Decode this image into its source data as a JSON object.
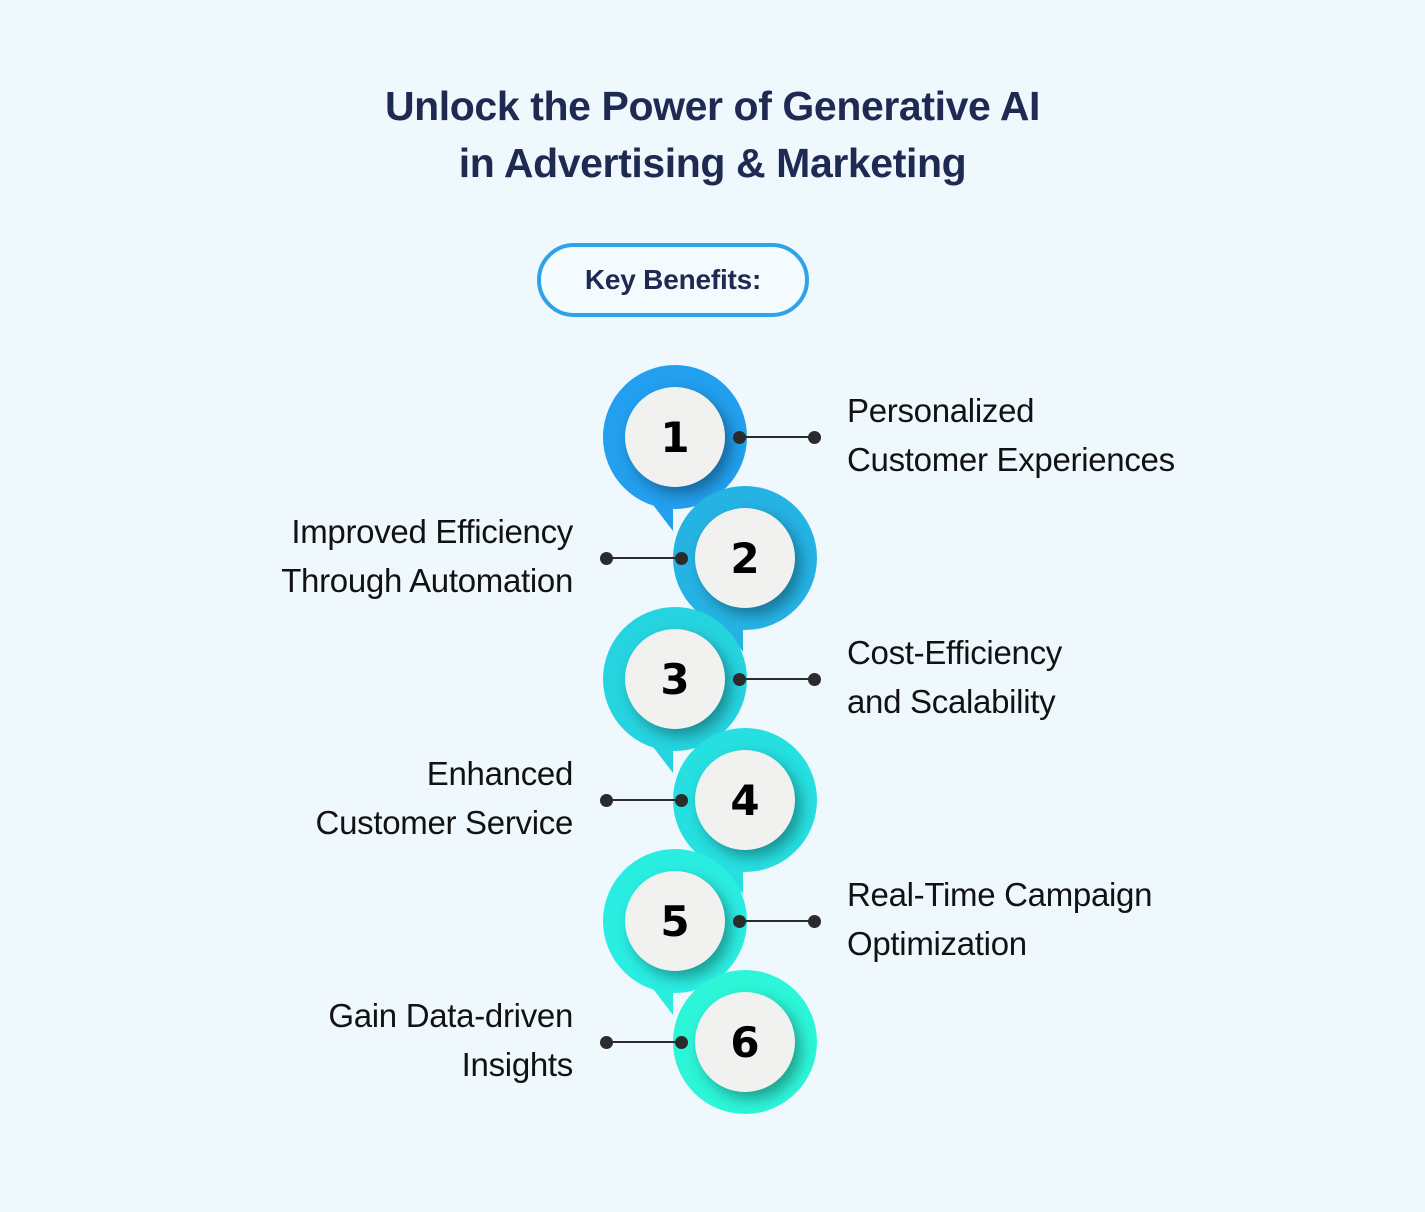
{
  "background_color": "#eff8fd",
  "title": {
    "line1": "Unlock the Power of Generative AI",
    "line2": "in Advertising & Marketing",
    "color": "#1e2a52"
  },
  "badge": {
    "label": "Key Benefits:",
    "border_color": "#2fa3e8",
    "text_color": "#1e2a52"
  },
  "steps": [
    {
      "number": "1",
      "side": "right",
      "ring_color": "#229fee",
      "label_line1": "Personalized",
      "label_line2": "Customer Experiences"
    },
    {
      "number": "2",
      "side": "left",
      "ring_color": "#25b3e4",
      "label_line1": "Improved Efficiency",
      "label_line2": "Through Automation"
    },
    {
      "number": "3",
      "side": "right",
      "ring_color": "#26d4e0",
      "label_line1": "Cost-Efficiency",
      "label_line2": "and Scalability"
    },
    {
      "number": "4",
      "side": "left",
      "ring_color": "#26dfe0",
      "label_line1": "Enhanced",
      "label_line2": "Customer Service"
    },
    {
      "number": "5",
      "side": "right",
      "ring_color": "#2aede2",
      "label_line1": "Real-Time Campaign",
      "label_line2": "Optimization"
    },
    {
      "number": "6",
      "side": "left",
      "ring_color": "#2df5d8",
      "label_line1": "Gain Data-driven",
      "label_line2": "Insights"
    }
  ]
}
